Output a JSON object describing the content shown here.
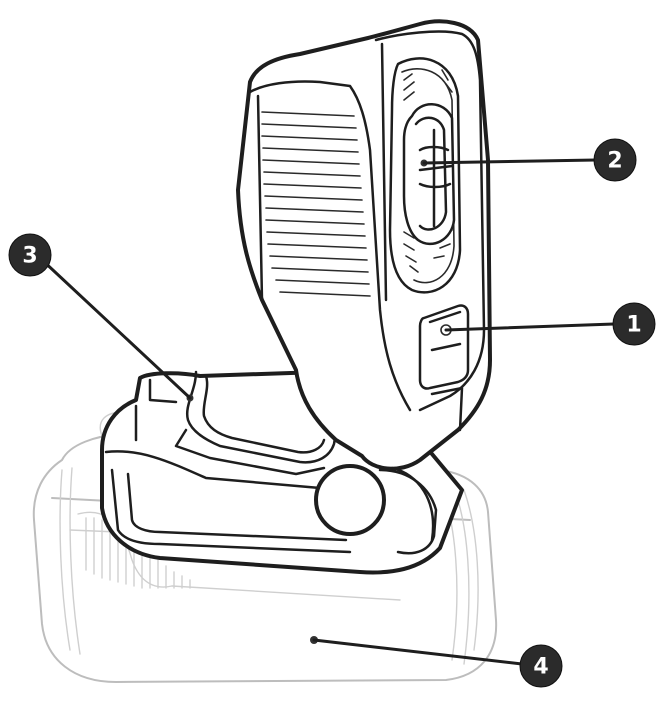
{
  "callouts": [
    {
      "id": "1",
      "label": "1"
    },
    {
      "id": "2",
      "label": "2"
    },
    {
      "id": "3",
      "label": "3"
    },
    {
      "id": "4",
      "label": "4"
    }
  ],
  "colors": {
    "outline": "#1e1e1e",
    "faint_outline": "#bdbdbd",
    "badge_fill": "#2b2b2b",
    "badge_text": "#ffffff",
    "background": "#ffffff"
  }
}
